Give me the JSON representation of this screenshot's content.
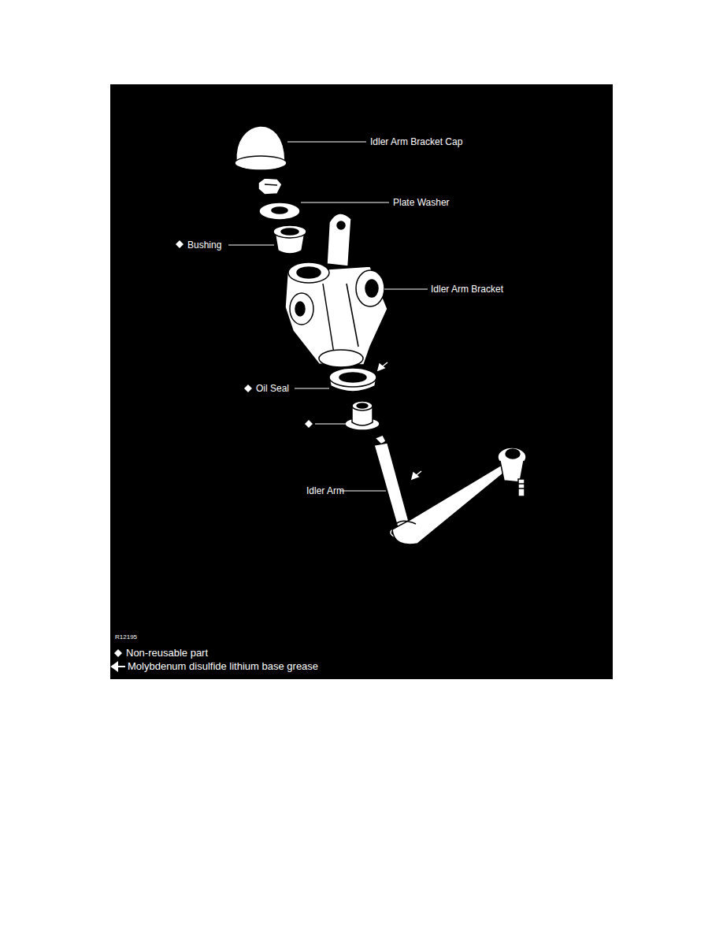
{
  "diagram": {
    "labels": [
      "Idler Arm Bracket Cap",
      "Plate Washer",
      "Bushing",
      "Idler Arm Bracket",
      "Oil Seal",
      "Idler Arm",
      "R12195"
    ],
    "legend": [
      {
        "text": "Non-reusable part"
      },
      {
        "text": "Molybdenum disulfide lithium base grease"
      }
    ]
  }
}
